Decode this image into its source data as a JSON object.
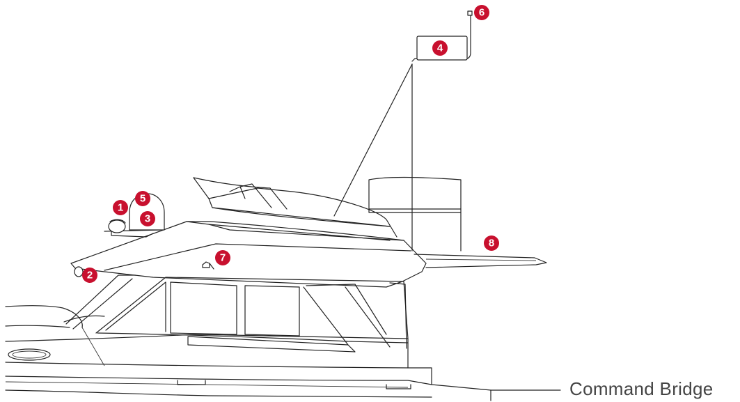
{
  "caption": "Command Bridge",
  "accent_color": "#c8102e",
  "callouts": [
    {
      "label": "1",
      "location": "radar-dome-unit"
    },
    {
      "label": "2",
      "location": "bridge-front-light"
    },
    {
      "label": "3",
      "location": "satellite-dome"
    },
    {
      "label": "4",
      "location": "mast-antenna-box"
    },
    {
      "label": "5",
      "location": "satellite-dome-top"
    },
    {
      "label": "6",
      "location": "mast-tip-sensor"
    },
    {
      "label": "7",
      "location": "roof-fitting"
    },
    {
      "label": "8",
      "location": "aft-overhang"
    }
  ]
}
